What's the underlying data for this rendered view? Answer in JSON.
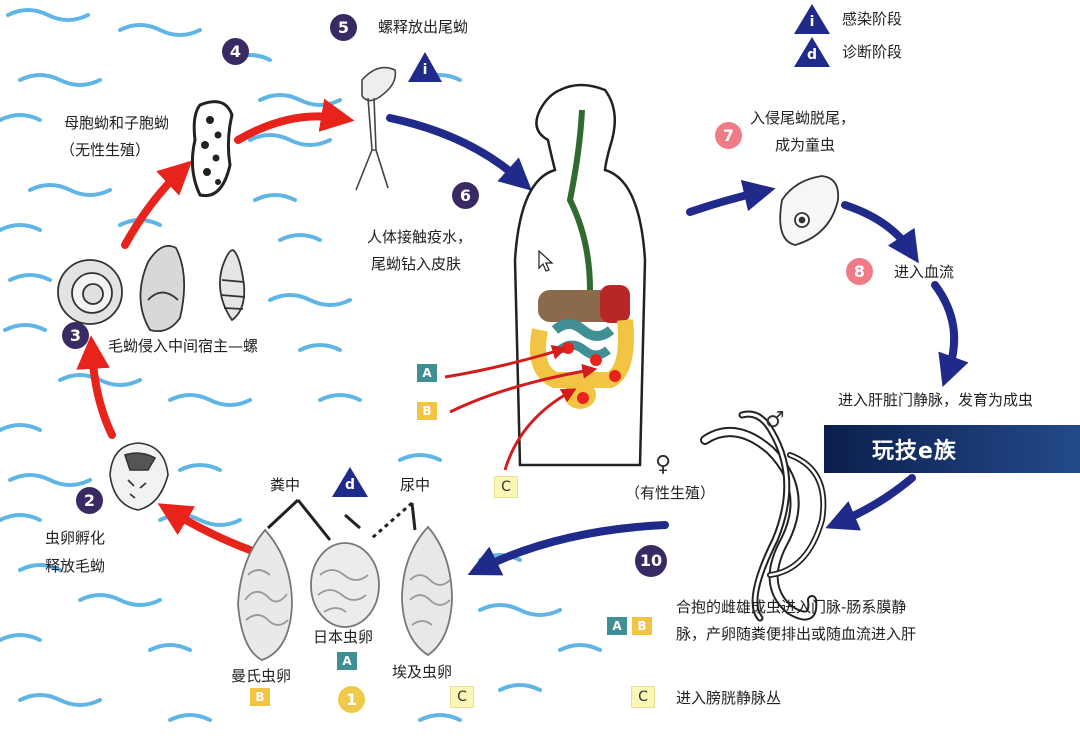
{
  "legend": {
    "infective_letter": "i",
    "infective_label": "感染阶段",
    "diagnostic_letter": "d",
    "diagnostic_label": "诊断阶段"
  },
  "steps": {
    "s1": "1",
    "s2": "2",
    "s3": "3",
    "s4": "4",
    "s5": "5",
    "s6": "6",
    "s7": "7",
    "s8": "8",
    "s10": "10"
  },
  "labels": {
    "cercariae_release": "螺释放出尾蚴",
    "sporocysts_line1": "母胞蚴和子胞蚴",
    "sporocysts_line2": "（无性生殖）",
    "miracidia_penetrate": "毛蚴侵入中间宿主—螺",
    "hatch_line1": "虫卵孵化",
    "hatch_line2": "释放毛蚴",
    "human_contact_line1": "人体接触疫水，",
    "human_contact_line2": "尾蚴钻入皮肤",
    "lose_tail_line1": "入侵尾蚴脱尾，",
    "lose_tail_line2": "成为童虫",
    "enter_blood": "进入血流",
    "portal_vein": "进入肝脏门静脉，发育为成虫",
    "sexual_repro": "（有性生殖）",
    "paired_line1": "合抱的雌雄成虫进入门脉-肠系膜静",
    "paired_line2": "脉，产卵随粪便排出或随血流进入肝",
    "bladder_venous": "进入膀胱静脉丛",
    "in_feces": "粪中",
    "in_urine": "尿中",
    "egg_mansoni": "曼氏虫卵",
    "egg_japonicum": "日本虫卵",
    "egg_haematobium": "埃及虫卵",
    "letter_a": "A",
    "letter_b": "B",
    "letter_c": "C",
    "female_symbol": "♀",
    "male_symbol": "♂",
    "watermark": "玩技e族"
  },
  "colors": {
    "step_purple": "#3a2a63",
    "step_pink": "#ee7b86",
    "arrow_red": "#e8231c",
    "arrow_navy": "#1f2a8a",
    "water_blue": "#5fb6e6",
    "tag_teal": "#3f8f95",
    "tag_yellow": "#f2c443",
    "tag_pale": "#fbf7b6"
  }
}
